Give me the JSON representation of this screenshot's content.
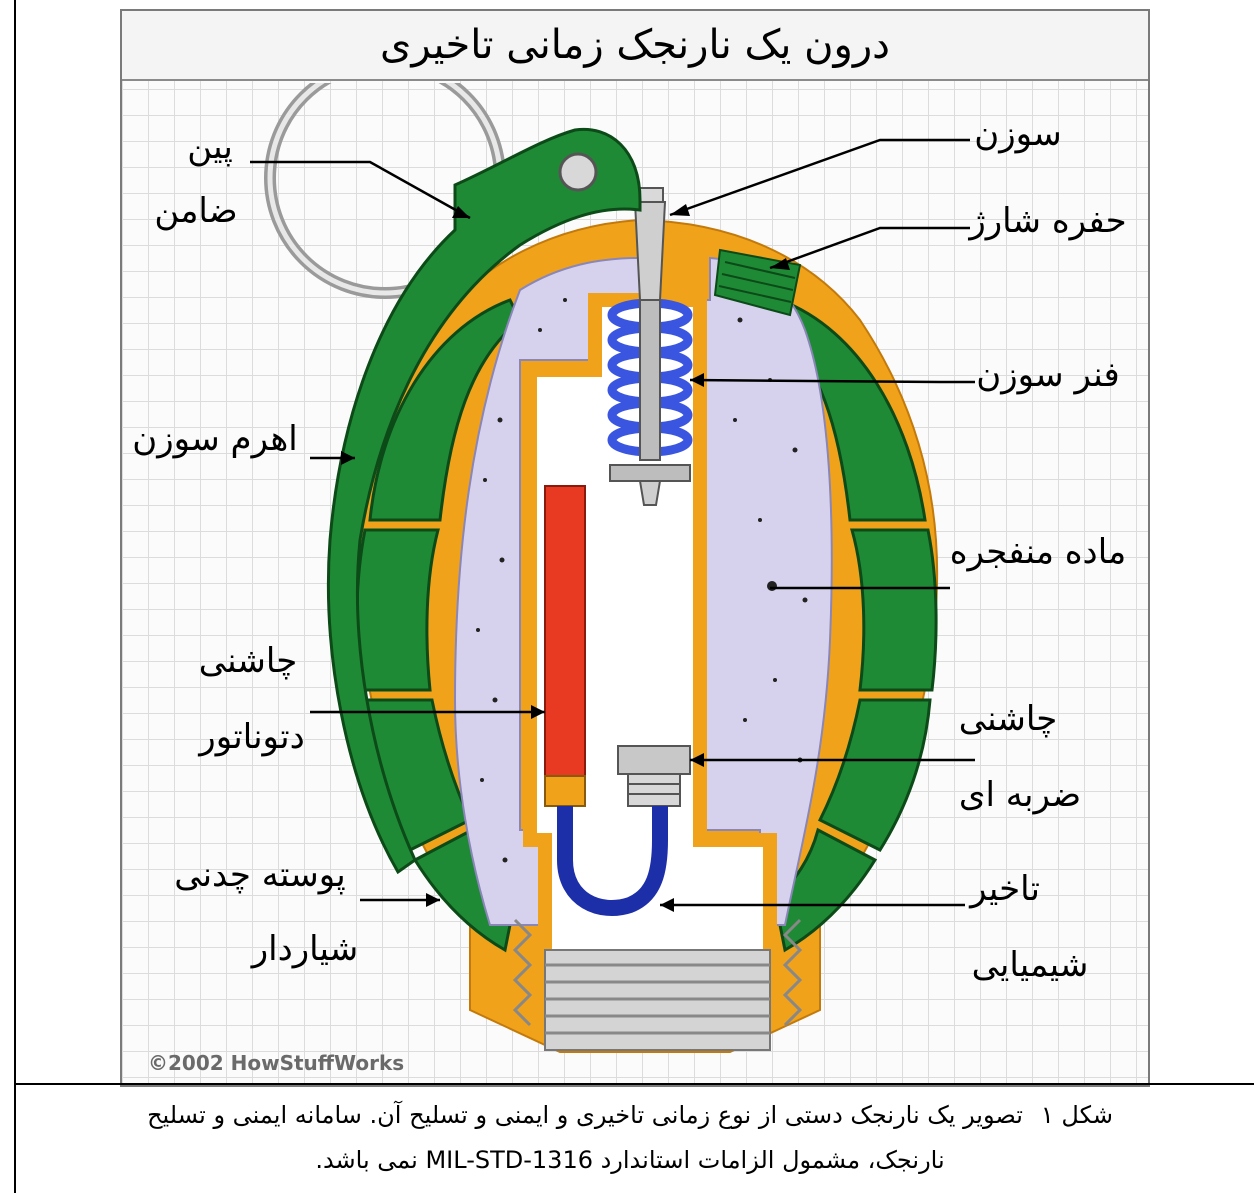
{
  "figure": {
    "title": "درون یک نارنجک زمانی تاخیری",
    "copyright": "©2002 HowStuffWorks"
  },
  "labels": {
    "pin_1": "پین",
    "pin_2": "ضامن",
    "needle": "سوزن",
    "charge_hole": "حفره شارژ",
    "needle_spring": "فنر سوزن",
    "lever": "اهرم سوزن",
    "explosive": "ماده منفجره",
    "detonator_1": "چاشنی",
    "detonator_2": "دتوناتور",
    "percussion_1": "چاشنی",
    "percussion_2": "ضربه ای",
    "casing_1": "پوسته چدنی",
    "casing_2": "شیاردار",
    "delay_1": "تاخیر",
    "delay_2": "شیمیایی"
  },
  "caption": {
    "number": "شکل ۱",
    "line1": "تصویر یک نارنجک دستی از نوع زمانی تاخیری و ایمنی و تسلیح آن. سامانه ایمنی و تسلیح",
    "line2": "نارنجک، مشمول الزامات استاندارد MIL-STD-1316 نمی باشد."
  },
  "colors": {
    "body_green": "#1f8a35",
    "dark_green": "#0f5a1f",
    "orange": "#f0a21a",
    "explosive": "#d6d2ee",
    "spring": "#3a55e0",
    "detonator_red": "#e83a22",
    "delay_blue": "#1c2fa8"
  }
}
